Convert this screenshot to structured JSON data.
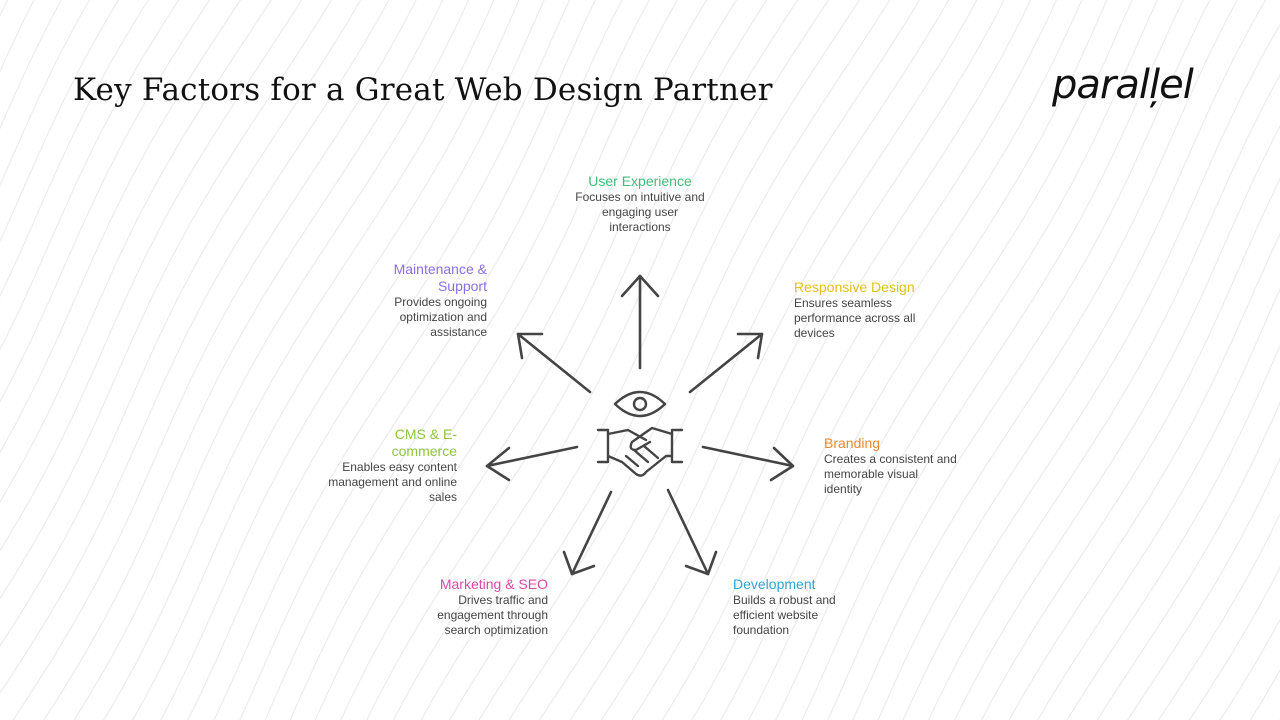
{
  "title": "Key Factors for a Great Web Design Partner",
  "logo": "paralļel",
  "center_icons": [
    "eye-icon",
    "handshake-icon"
  ],
  "nodes": {
    "user_experience": {
      "label": "User Experience",
      "desc": "Focuses on intuitive and engaging user interactions",
      "color": "#3dbf7a"
    },
    "responsive_design": {
      "label": "Responsive Design",
      "desc": "Ensures seamless performance across all devices",
      "color": "#e3c11a"
    },
    "branding": {
      "label": "Branding",
      "desc": "Creates a consistent and memorable visual identity",
      "color": "#ec8a2e"
    },
    "development": {
      "label": "Development",
      "desc": "Builds a robust and efficient website foundation",
      "color": "#2fa4d6"
    },
    "marketing_seo": {
      "label": "Marketing & SEO",
      "desc": "Drives traffic and engagement through search optimization",
      "color": "#d84aa8"
    },
    "cms_ecommerce": {
      "label": "CMS & E-commerce",
      "desc": "Enables easy content management and online sales",
      "color": "#8cc63f"
    },
    "maintenance_support": {
      "label": "Maintenance & Support",
      "desc": "Provides ongoing optimization and assistance",
      "color": "#8a6fe6"
    }
  }
}
